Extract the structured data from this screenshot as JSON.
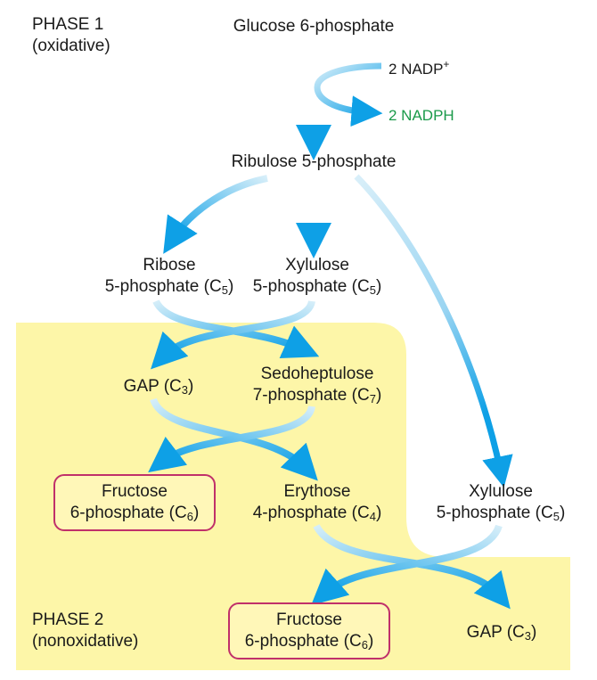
{
  "phase1": {
    "title": "PHASE 1",
    "subtitle": "(oxidative)"
  },
  "phase2": {
    "title": "PHASE 2",
    "subtitle": "(nonoxidative)"
  },
  "nodes": {
    "glucose6p": "Glucose 6-phosphate",
    "nadp": "2 NADP",
    "nadp_sup": "+",
    "nadph": "2 NADPH",
    "ribulose5p": "Ribulose 5-phosphate",
    "ribose5p": {
      "l1": "Ribose",
      "l2": "5-phosphate (C",
      "sub": "5",
      "close": ")"
    },
    "xylulose5p_a": {
      "l1": "Xylulose",
      "l2": "5-phosphate (C",
      "sub": "5",
      "close": ")"
    },
    "gap_a": {
      "l1": "GAP (C",
      "sub": "3",
      "close": ")"
    },
    "sedoheptulose7p": {
      "l1": "Sedoheptulose",
      "l2": "7-phosphate (C",
      "sub": "7",
      "close": ")"
    },
    "fructose6p_a": {
      "l1": "Fructose",
      "l2": "6-phosphate (C",
      "sub": "6",
      "close": ")"
    },
    "erythose4p": {
      "l1": "Erythose",
      "l2": "4-phosphate (C",
      "sub": "4",
      "close": ")"
    },
    "xylulose5p_b": {
      "l1": "Xylulose",
      "l2": "5-phosphate (C",
      "sub": "5",
      "close": ")"
    },
    "fructose6p_b": {
      "l1": "Fructose",
      "l2": "6-phosphate (C",
      "sub": "6",
      "close": ")"
    },
    "gap_b": {
      "l1": "GAP (C",
      "sub": "3",
      "close": ")"
    }
  },
  "colors": {
    "phase2_bg": "#fdf6a8",
    "arrow_dark": "#0ea0e6",
    "arrow_light": "#cdeaf8",
    "box_border": "#c0306a",
    "nadph": "#1a9a4a"
  }
}
